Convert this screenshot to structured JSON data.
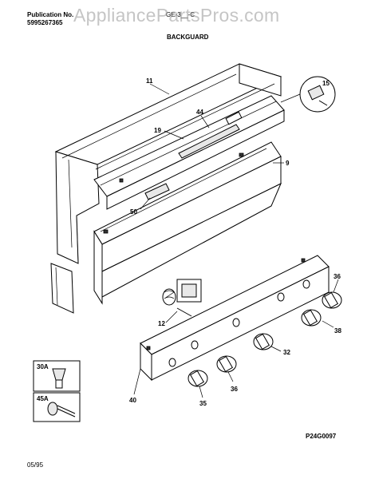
{
  "header": {
    "publication_label": "Publication No.",
    "publication_number": "5995267365",
    "model": "GE-3__-C",
    "section_title": "BACKGUARD",
    "watermark": "AppliancePartsPros.com"
  },
  "parts": [
    {
      "id": "11"
    },
    {
      "id": "44"
    },
    {
      "id": "15"
    },
    {
      "id": "19"
    },
    {
      "id": "9"
    },
    {
      "id": "50"
    },
    {
      "id": "12"
    },
    {
      "id": "36"
    },
    {
      "id": "36"
    },
    {
      "id": "38"
    },
    {
      "id": "32"
    },
    {
      "id": "36"
    },
    {
      "id": "35"
    },
    {
      "id": "40"
    },
    {
      "id": "30A"
    },
    {
      "id": "45A"
    }
  ],
  "footer": {
    "drawing_number": "P24G0097",
    "date": "05/95"
  }
}
